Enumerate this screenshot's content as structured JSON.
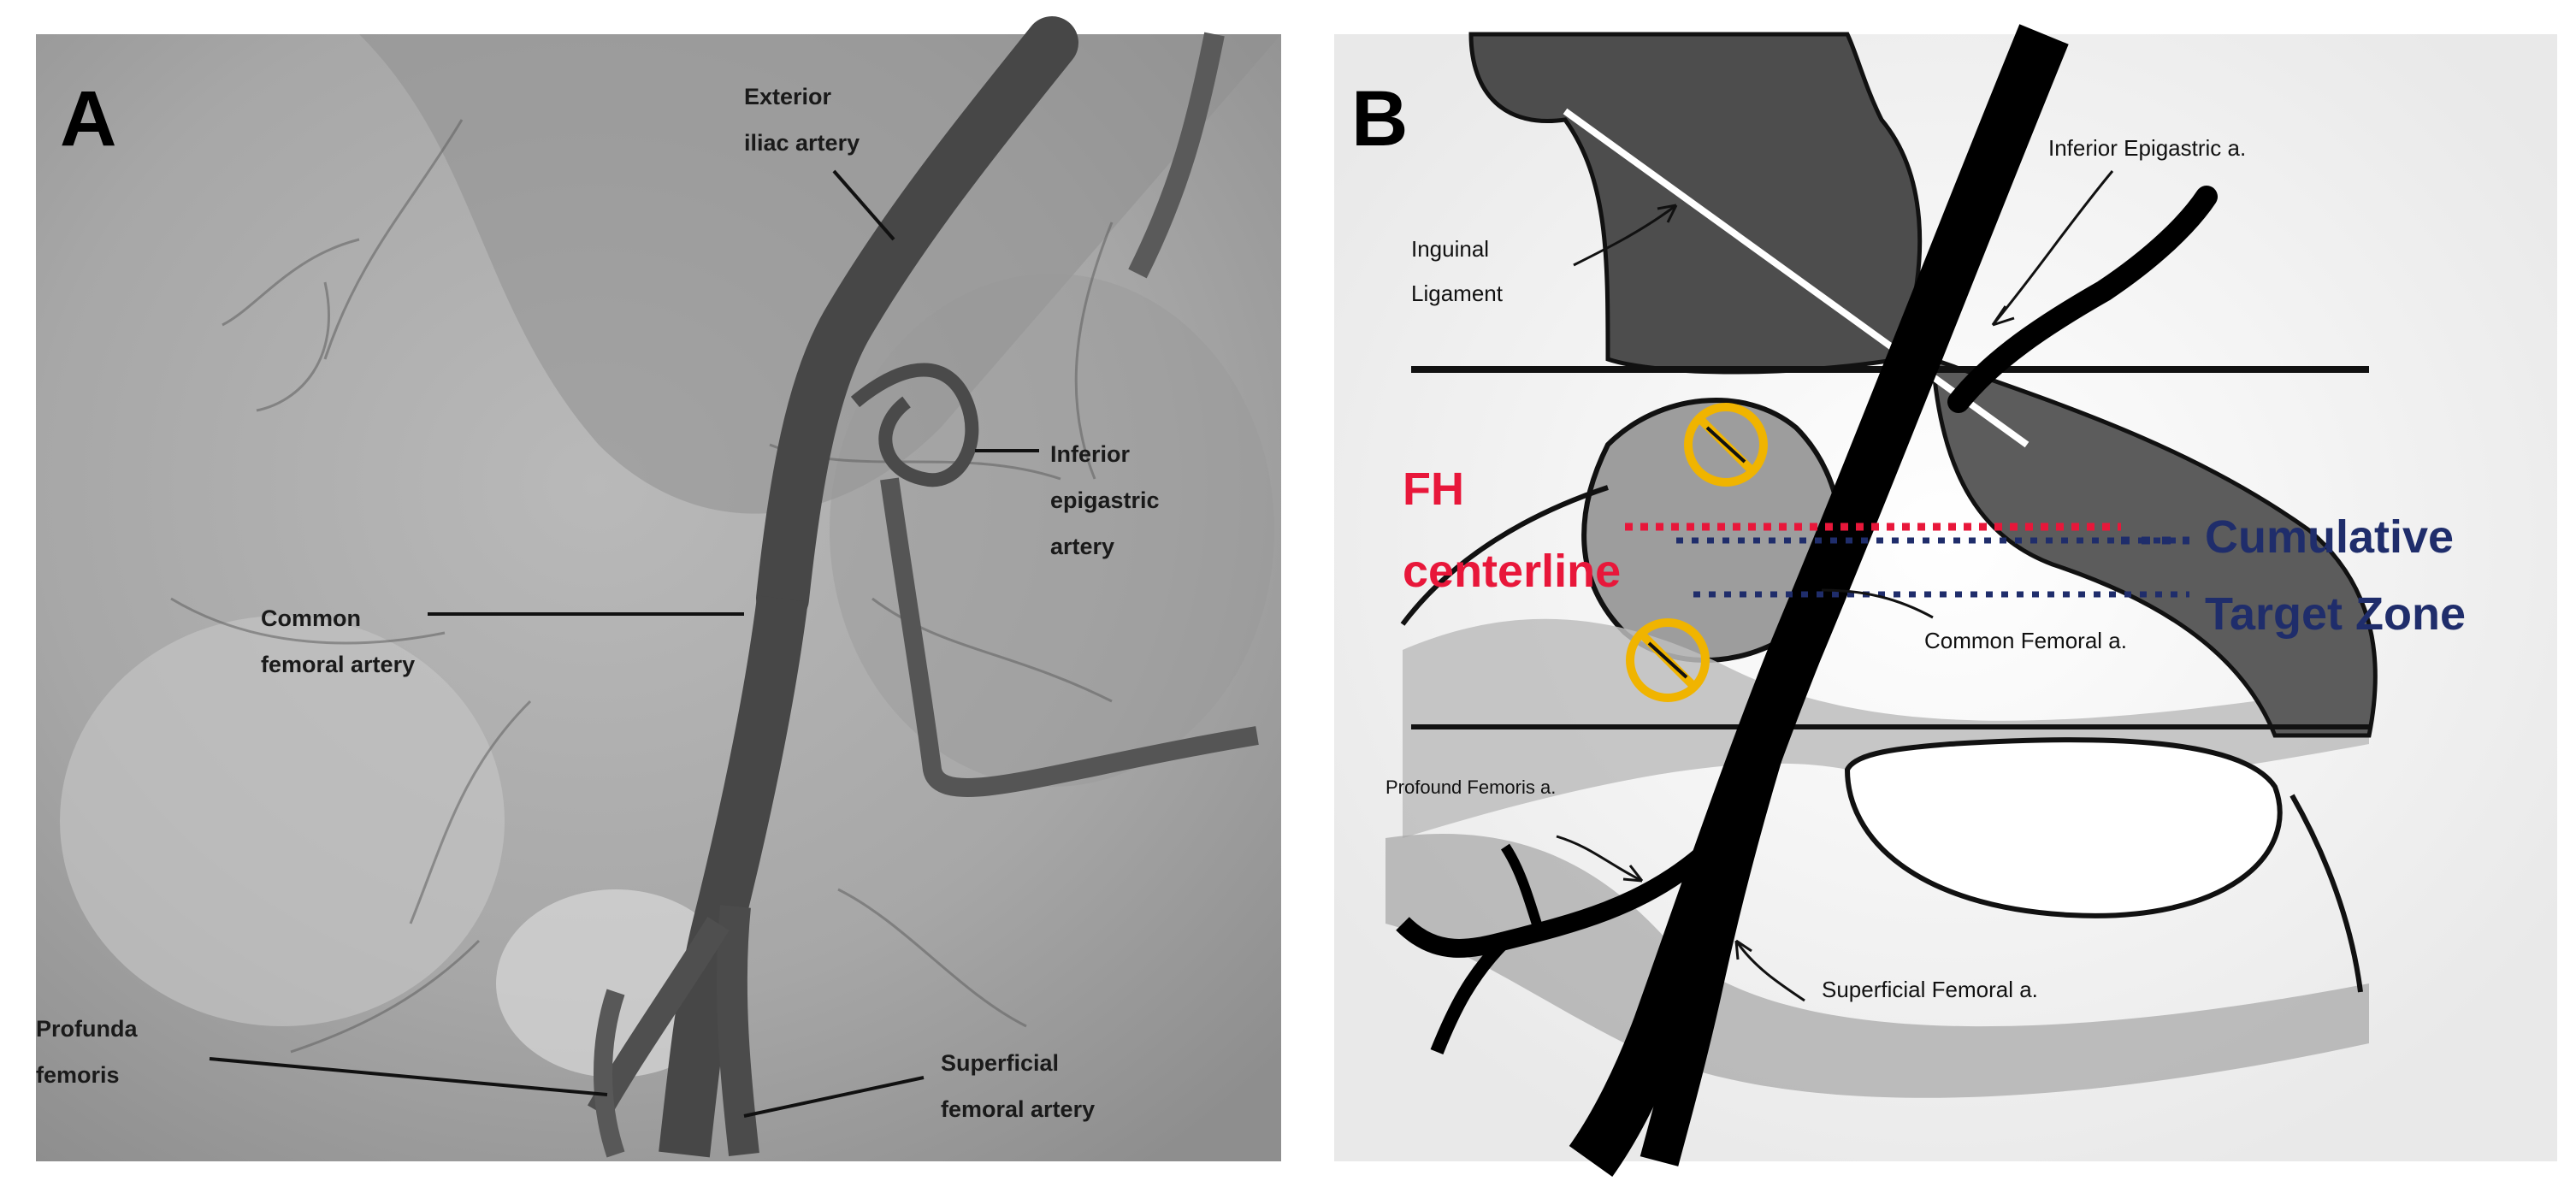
{
  "panel_a": {
    "letter": "A",
    "labels": {
      "exterior_iliac_1": "Exterior",
      "exterior_iliac_2": "iliac artery",
      "inferior_epigastric_1": "Inferior",
      "inferior_epigastric_2": "epigastric",
      "inferior_epigastric_3": "artery",
      "common_femoral_1": "Common",
      "common_femoral_2": "femoral artery",
      "profunda_1": "Profunda",
      "profunda_2": "femoris",
      "superficial_1": "Superficial",
      "superficial_2": "femoral artery"
    }
  },
  "panel_b": {
    "letter": "B",
    "labels": {
      "inferior_epigastric": "Inferior Epigastric a.",
      "inguinal_1": "Inguinal",
      "inguinal_2": "Ligament",
      "fh_1": "FH",
      "fh_2": "centerline",
      "cumulative_1": "Cumulative",
      "cumulative_2": "Target Zone",
      "common_femoral": "Common Femoral a.",
      "profound_femoris": "Profound Femoris a.",
      "superficial_femoral": "Superficial Femoral a."
    },
    "colors": {
      "fh_centerline": "#e8173a",
      "target_zone": "#1f2d6b",
      "no_symbol": "#f0b400"
    }
  }
}
